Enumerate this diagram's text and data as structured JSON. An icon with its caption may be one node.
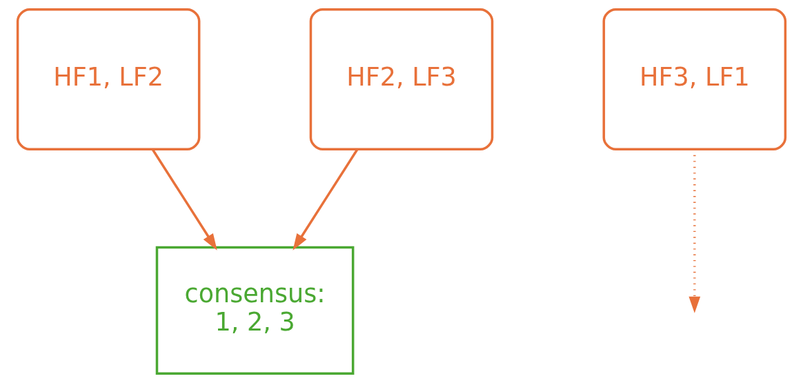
{
  "diagram": {
    "nodes": [
      {
        "text": [
          "HF1, LF2"
        ]
      },
      {
        "text": [
          "HF2, LF3"
        ]
      },
      {
        "text": [
          "HF3, LF1"
        ]
      },
      {
        "text": [
          "consensus: 1, 2, 3"
        ]
      }
    ],
    "edges": [
      {
        "from": 0,
        "to": 3,
        "arrow": "to"
      },
      {
        "from": 1,
        "to": 3,
        "arrow": "to"
      },
      {
        "from": 2,
        "to": null,
        "arrow": "to",
        "style": "dashed"
      }
    ]
  }
}
